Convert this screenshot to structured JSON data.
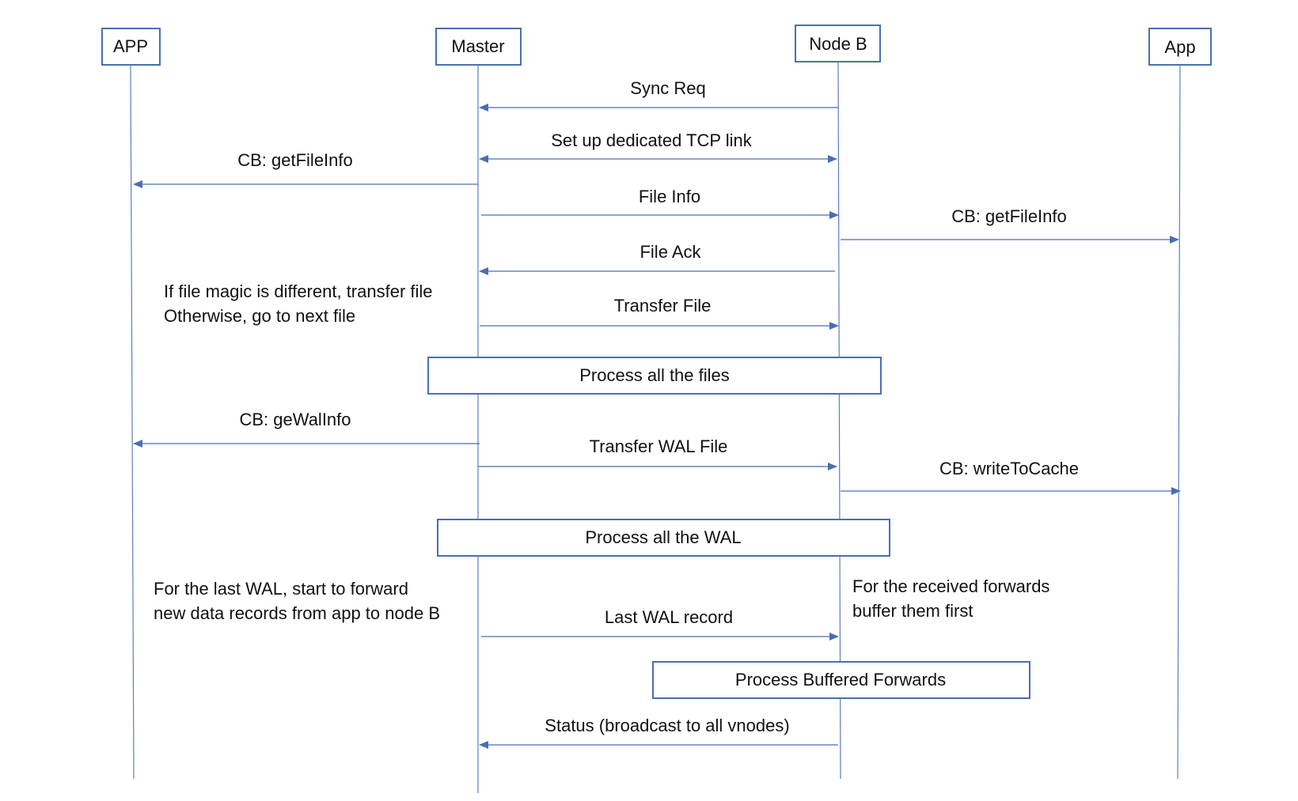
{
  "participants": [
    {
      "id": "app-left",
      "label": "APP"
    },
    {
      "id": "master",
      "label": "Master"
    },
    {
      "id": "node-b",
      "label": "Node B"
    },
    {
      "id": "app-right",
      "label": "App"
    }
  ],
  "messages": [
    {
      "id": "sync-req",
      "label": "Sync Req",
      "from": "node-b",
      "to": "master"
    },
    {
      "id": "tcp-link",
      "label": "Set up dedicated TCP link",
      "from": "master",
      "to": "node-b",
      "bidirectional": true
    },
    {
      "id": "cb-getfileinfo-left",
      "label": "CB: getFileInfo",
      "from": "master",
      "to": "app-left"
    },
    {
      "id": "file-info",
      "label": "File Info",
      "from": "master",
      "to": "node-b"
    },
    {
      "id": "cb-getfileinfo-right",
      "label": "CB: getFileInfo",
      "from": "node-b",
      "to": "app-right"
    },
    {
      "id": "file-ack",
      "label": "File Ack",
      "from": "node-b",
      "to": "master"
    },
    {
      "id": "transfer-file",
      "label": "Transfer File",
      "from": "master",
      "to": "node-b"
    },
    {
      "id": "cb-gewalinfo",
      "label": "CB: geWalInfo",
      "from": "master",
      "to": "app-left"
    },
    {
      "id": "transfer-wal-file",
      "label": "Transfer WAL File",
      "from": "master",
      "to": "node-b"
    },
    {
      "id": "cb-writetocache",
      "label": "CB: writeToCache",
      "from": "node-b",
      "to": "app-right"
    },
    {
      "id": "last-wal-record",
      "label": "Last WAL record",
      "from": "master",
      "to": "node-b"
    },
    {
      "id": "status-broadcast",
      "label": "Status (broadcast to all vnodes)",
      "from": "node-b",
      "to": "master"
    }
  ],
  "process_boxes": [
    {
      "id": "process-files",
      "label": "Process all the files"
    },
    {
      "id": "process-wal",
      "label": "Process all the WAL"
    },
    {
      "id": "process-buffered",
      "label": "Process Buffered Forwards"
    }
  ],
  "notes": [
    {
      "id": "note-file-magic",
      "lines": [
        "If file magic is different, transfer file",
        "Otherwise, go to next file"
      ]
    },
    {
      "id": "note-last-wal",
      "lines": [
        "For the last WAL, start to forward",
        "new data records from app to node B"
      ]
    },
    {
      "id": "note-received-forwards",
      "lines": [
        "For the received forwards",
        "buffer them first"
      ]
    }
  ],
  "colors": {
    "line": "#4a6fb0",
    "lifeline": "#5b7fbd",
    "text": "#111111",
    "background": "#ffffff"
  }
}
